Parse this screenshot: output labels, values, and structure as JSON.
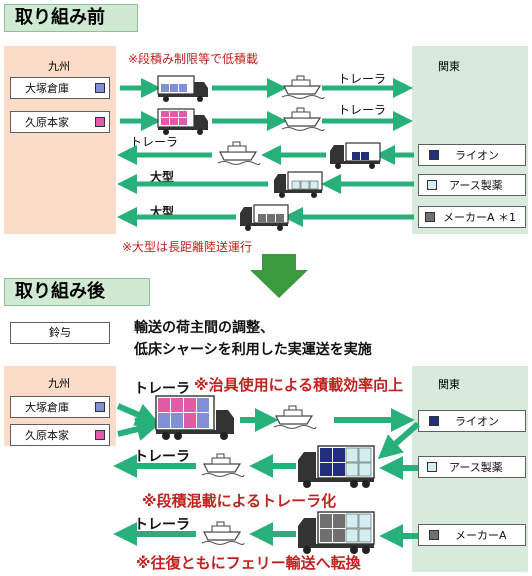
{
  "before": {
    "title": "取り組み前",
    "kyushu_label": "九州",
    "kanto_label": "関東",
    "shippers_kyushu": [
      {
        "name": "大塚倉庫",
        "color": "#7f8fd8"
      },
      {
        "name": "久原本家",
        "color": "#e05ba9"
      }
    ],
    "shippers_kanto": [
      {
        "name": "ライオン",
        "color": "#1f2f7a"
      },
      {
        "name": "アース製薬",
        "color": "#d2eef0"
      },
      {
        "name": "メーカーA ＊1",
        "color": "#707070"
      }
    ],
    "note_top": "※段積み制限等で低積載",
    "route_labels": [
      "トレーラ",
      "トレーラ",
      "トレーラ",
      "大型",
      "大型"
    ],
    "note_bottom": "※大型は長距離陸送運行"
  },
  "after": {
    "title": "取り組み後",
    "coordinator": "鈴与",
    "description": [
      "輸送の荷主間の調整、",
      "低床シャーシを利用した実運送を実施"
    ],
    "kyushu_label": "九州",
    "kanto_label": "関東",
    "shippers_kyushu": [
      {
        "name": "大塚倉庫",
        "color": "#7f8fd8"
      },
      {
        "name": "久原本家",
        "color": "#e05ba9"
      }
    ],
    "shippers_kanto": [
      {
        "name": "ライオン",
        "color": "#1f2f7a"
      },
      {
        "name": "アース製薬",
        "color": "#d2eef0"
      },
      {
        "name": "メーカーA",
        "color": "#707070"
      }
    ],
    "route_labels": [
      "トレーラ",
      "トレーラ",
      "トレーラ"
    ],
    "notes": [
      "※治具使用による積載効率向上",
      "※段積混載によるトレーラ化",
      "※往復ともにフェリー輸送へ転換"
    ]
  },
  "colors": {
    "arrow": "#27b07a",
    "down_arrow": "#3a9a3e",
    "red": "#c0231f"
  }
}
